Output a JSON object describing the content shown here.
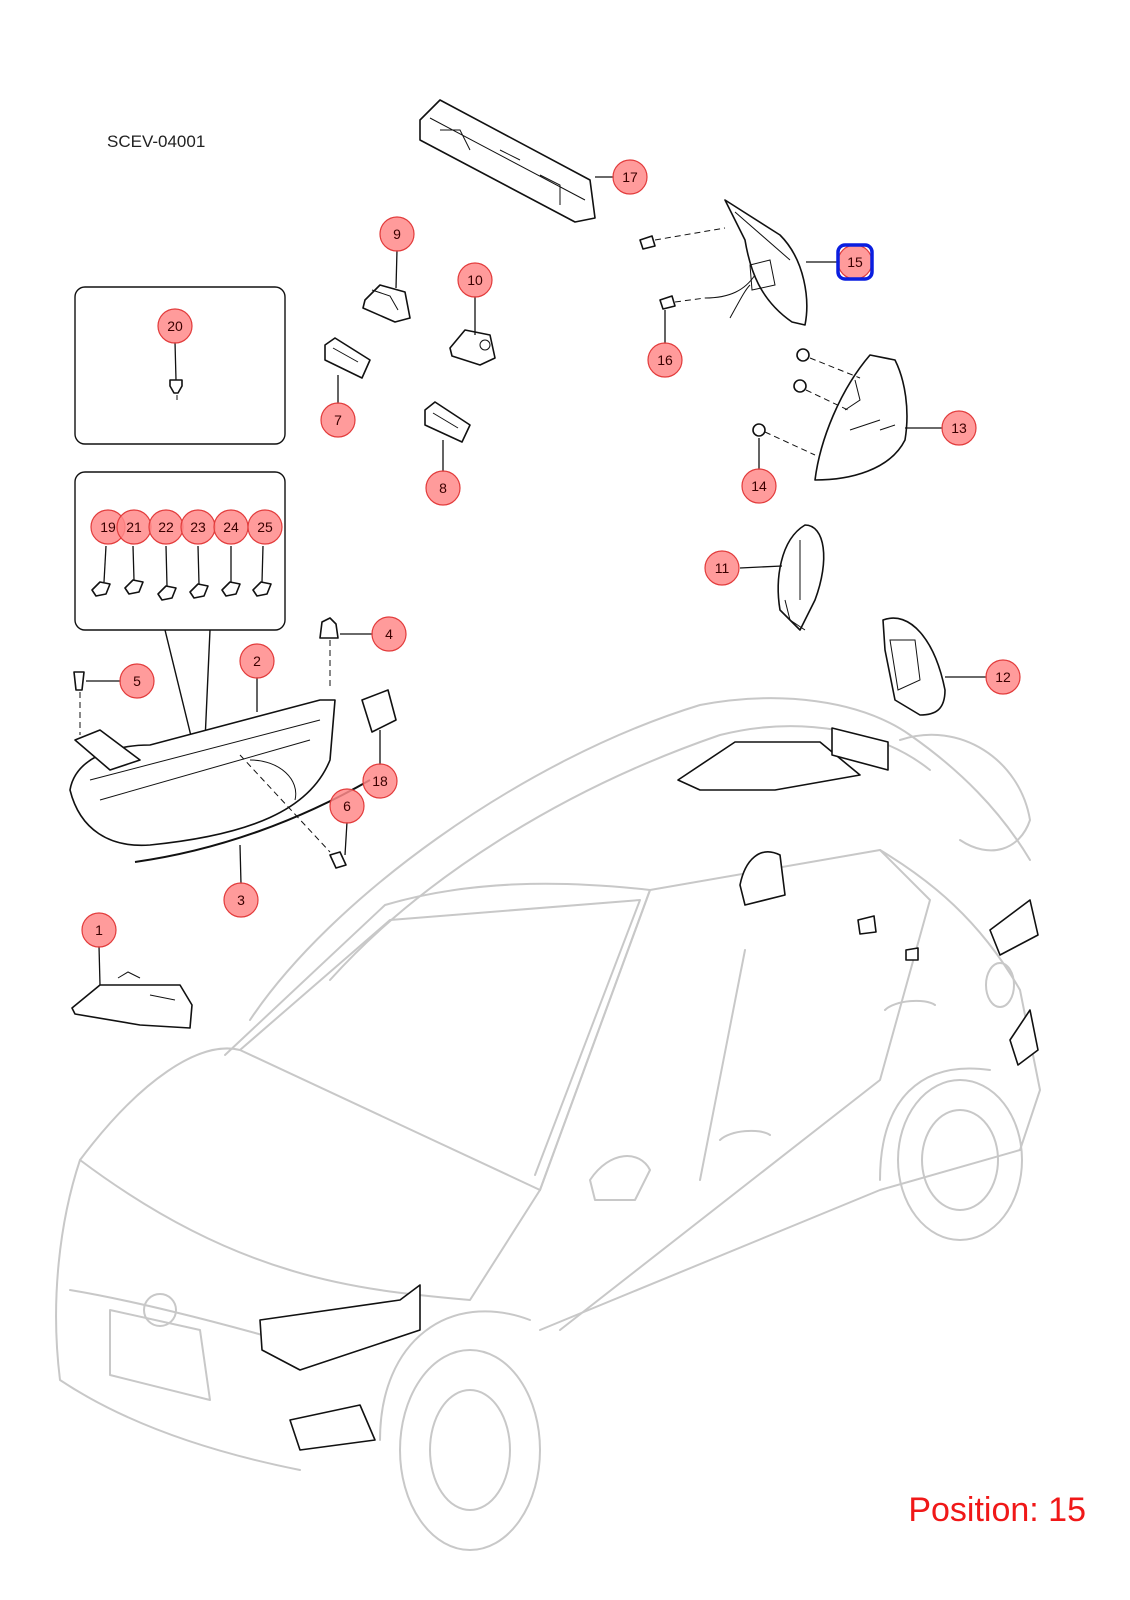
{
  "diagram_code": "SCEV-04001",
  "position_label": "Position: 15",
  "selected_callout": "15",
  "colors": {
    "callout_fill": "#ff8a8a",
    "highlight": "#0a1ee0",
    "position_text": "#f01818"
  },
  "callouts": [
    {
      "id": "c1",
      "label": "1"
    },
    {
      "id": "c2",
      "label": "2"
    },
    {
      "id": "c3",
      "label": "3"
    },
    {
      "id": "c4",
      "label": "4"
    },
    {
      "id": "c5",
      "label": "5"
    },
    {
      "id": "c6",
      "label": "6"
    },
    {
      "id": "c7",
      "label": "7"
    },
    {
      "id": "c8",
      "label": "8"
    },
    {
      "id": "c9",
      "label": "9"
    },
    {
      "id": "c10",
      "label": "10"
    },
    {
      "id": "c11",
      "label": "11"
    },
    {
      "id": "c12",
      "label": "12"
    },
    {
      "id": "c13",
      "label": "13"
    },
    {
      "id": "c14",
      "label": "14"
    },
    {
      "id": "c15",
      "label": "15"
    },
    {
      "id": "c16",
      "label": "16"
    },
    {
      "id": "c17",
      "label": "17"
    },
    {
      "id": "c18",
      "label": "18"
    },
    {
      "id": "c19",
      "label": "19"
    },
    {
      "id": "c20",
      "label": "20"
    },
    {
      "id": "c21",
      "label": "21"
    },
    {
      "id": "c22",
      "label": "22"
    },
    {
      "id": "c23",
      "label": "23"
    },
    {
      "id": "c24",
      "label": "24"
    },
    {
      "id": "c25",
      "label": "25"
    }
  ]
}
